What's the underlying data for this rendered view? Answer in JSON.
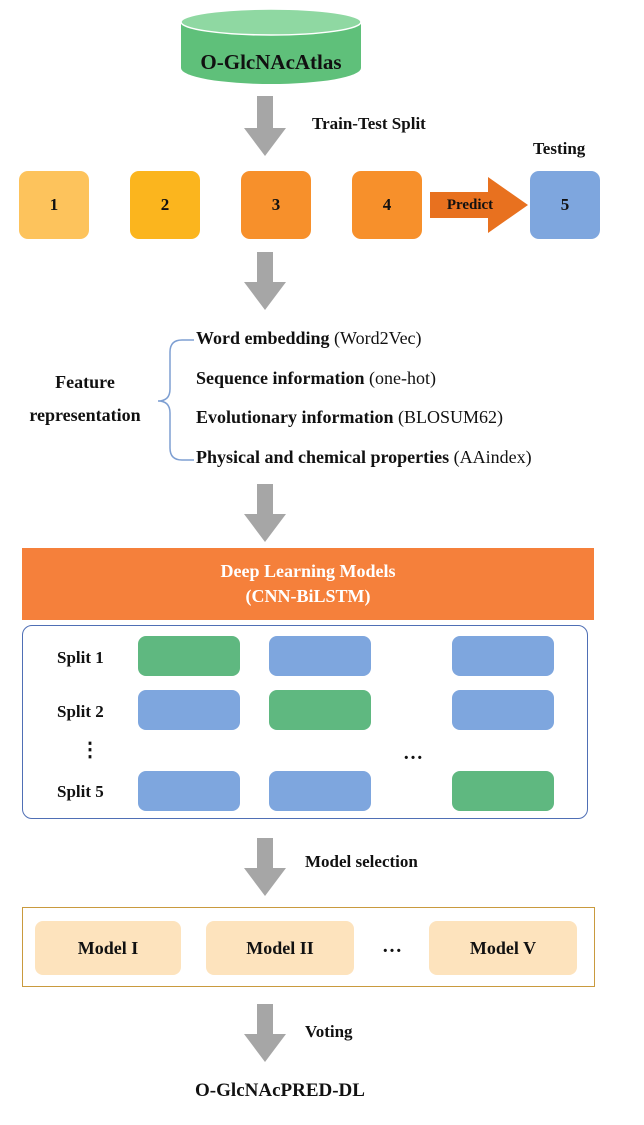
{
  "dataset": {
    "label": "O-GlcNAcAtlas"
  },
  "steps": {
    "split_label": "Train-Test Split",
    "testing_label": "Testing",
    "predict_label": "Predict",
    "model_selection_label": "Model selection",
    "voting_label": "Voting"
  },
  "folds": [
    {
      "label": "1",
      "color": "#fdc35c"
    },
    {
      "label": "2",
      "color": "#fbb51e"
    },
    {
      "label": "3",
      "color": "#f7902b"
    },
    {
      "label": "4",
      "color": "#f7902b"
    },
    {
      "label": "5",
      "color": "#7ea6de"
    }
  ],
  "features": {
    "title_line1": "Feature",
    "title_line2": "representation",
    "items": [
      {
        "name": "Word embedding",
        "method": "(Word2Vec)"
      },
      {
        "name": "Sequence information",
        "method": "(one-hot)"
      },
      {
        "name": "Evolutionary information",
        "method": "(BLOSUM62)"
      },
      {
        "name": "Physical and chemical properties",
        "method": "(AAindex)"
      }
    ]
  },
  "deep_learning": {
    "line1": "Deep Learning Models",
    "line2": "(CNN-BiLSTM)"
  },
  "cross_validation": {
    "rows": [
      {
        "label": "Split 1",
        "blocks": [
          "green",
          "blue",
          "blue"
        ]
      },
      {
        "label": "Split 2",
        "blocks": [
          "blue",
          "green",
          "blue"
        ]
      },
      {
        "label": "Split 5",
        "blocks": [
          "blue",
          "blue",
          "green"
        ]
      }
    ],
    "vertical_ellipsis": "⋮",
    "horizontal_ellipsis": "…"
  },
  "models": {
    "items": [
      "Model I",
      "Model II",
      "Model V"
    ],
    "ellipsis": "…"
  },
  "output": {
    "label": "O-GlcNAcPRED-DL"
  },
  "colors": {
    "arrow": "#a6a6a6",
    "cylinder": "#5fc07a",
    "predict_arrow": "#e8711f",
    "dl_bar": "#f5803b",
    "cv_border": "#4f6fb5",
    "model_border": "#c99a3e",
    "model_fill": "#fde3bd"
  }
}
